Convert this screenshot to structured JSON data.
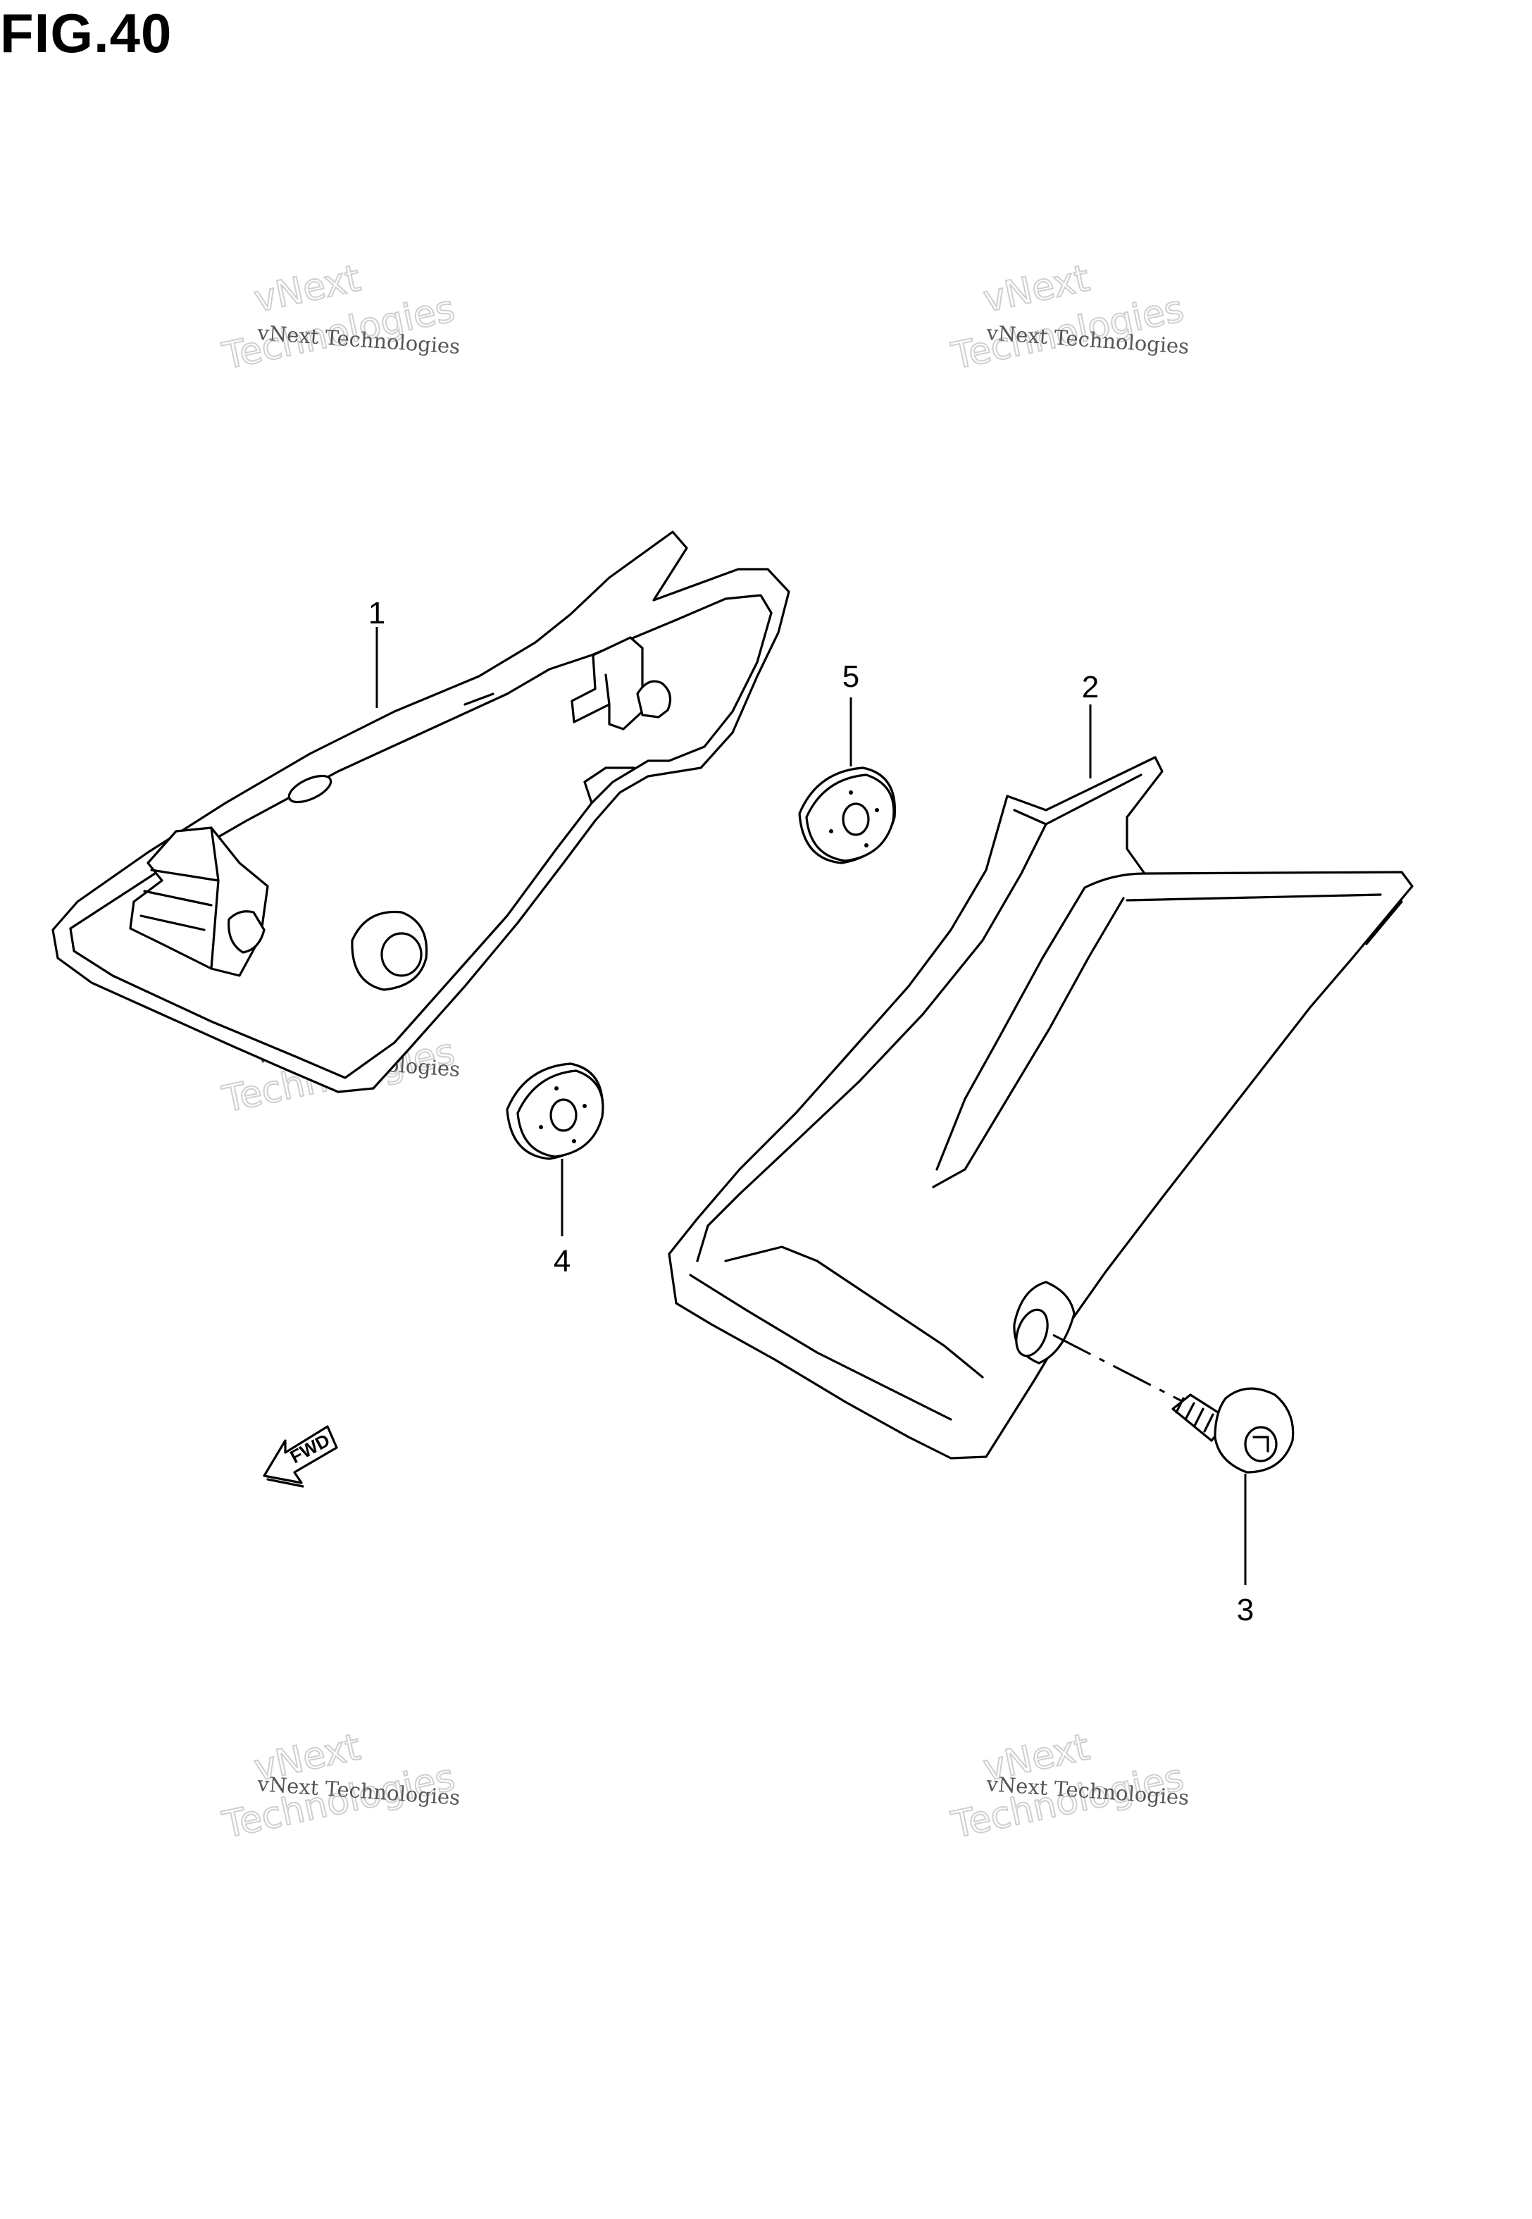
{
  "figure": {
    "title": "FIG.40"
  },
  "callouts": [
    {
      "id": "1",
      "label": "1"
    },
    {
      "id": "2",
      "label": "2"
    },
    {
      "id": "3",
      "label": "3"
    },
    {
      "id": "4",
      "label": "4"
    },
    {
      "id": "5",
      "label": "5"
    }
  ],
  "watermark": {
    "small_text": "vNext Technologies",
    "big_line1": "vNext",
    "big_line2": "Technologies"
  },
  "fwd_arrow": {
    "label": "FWD"
  }
}
